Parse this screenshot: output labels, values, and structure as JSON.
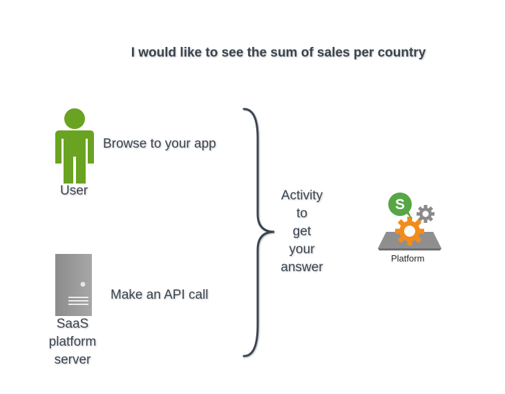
{
  "title": "I would like to see the sum of sales per country",
  "user": {
    "label": "User",
    "action": "Browse to your app",
    "icon": "user-figure-icon",
    "color": "#6aa321"
  },
  "server": {
    "label_lines": [
      "SaaS",
      "platform",
      "server"
    ],
    "action": "Make an API call",
    "icon": "server-icon",
    "color": "#9b9b9b"
  },
  "activity": {
    "lines": [
      "Activity",
      "to",
      "get",
      "your",
      "answer"
    ]
  },
  "platform": {
    "label": "Platform",
    "icon": "platform-gears-logo",
    "colors": {
      "green": "#57a646",
      "orange": "#f28c1c",
      "gray": "#8a8a8a"
    }
  },
  "colors": {
    "text": "#3a4450",
    "brace": "#3a4450"
  }
}
